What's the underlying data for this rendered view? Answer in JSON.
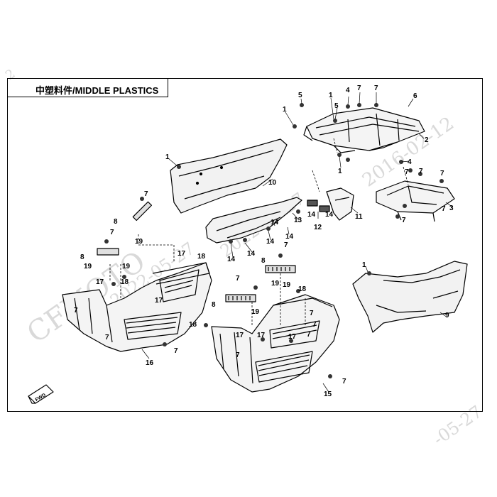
{
  "title": "中塑料件/MIDDLE PLASTICS",
  "fwd_label": "FWD",
  "watermark": {
    "brand": "CFMOTO",
    "left_date": "2022-05-27",
    "center_date": "2022-05-27",
    "top_right_date": "2016-02-12",
    "bottom_right_date": "-05-27",
    "top_left_fragment": "2"
  },
  "callouts": {
    "c1a": "1",
    "c1b": "1",
    "c1c": "1",
    "c1d": "1",
    "c1e": "1",
    "c2": "2",
    "c3": "3",
    "c4a": "4",
    "c4b": "4",
    "c5a": "5",
    "c5b": "5",
    "c6": "6",
    "c7a": "7",
    "c7b": "7",
    "c7c": "7",
    "c7d": "7",
    "c7e": "7",
    "c7f": "7",
    "c7g": "7",
    "c7h": "7",
    "c7i": "7",
    "c7j": "7",
    "c7k": "7",
    "c7l": "7",
    "c7m": "7",
    "c7n": "7",
    "c7o": "7",
    "c7p": "7",
    "c7q": "7",
    "c7r": "7",
    "c7s": "7",
    "c8a": "8",
    "c8b": "8",
    "c8c": "8",
    "c8d": "8",
    "c9": "9",
    "c10": "10",
    "c11": "11",
    "c12": "12",
    "c13": "13",
    "c14a": "14",
    "c14b": "14",
    "c14c": "14",
    "c14d": "14",
    "c14e": "14",
    "c14f": "14",
    "c15": "15",
    "c16": "16",
    "c17a": "17",
    "c17b": "17",
    "c17c": "17",
    "c17d": "17",
    "c17e": "17",
    "c18a": "18",
    "c18b": "18",
    "c18c": "18",
    "c18d": "18",
    "c19a": "19",
    "c19b": "19",
    "c19c": "19",
    "c19d": "19",
    "c19e": "19",
    "c19f": "19"
  },
  "colors": {
    "line": "#000000",
    "watermark": "#d9d9d9",
    "background": "#ffffff"
  }
}
